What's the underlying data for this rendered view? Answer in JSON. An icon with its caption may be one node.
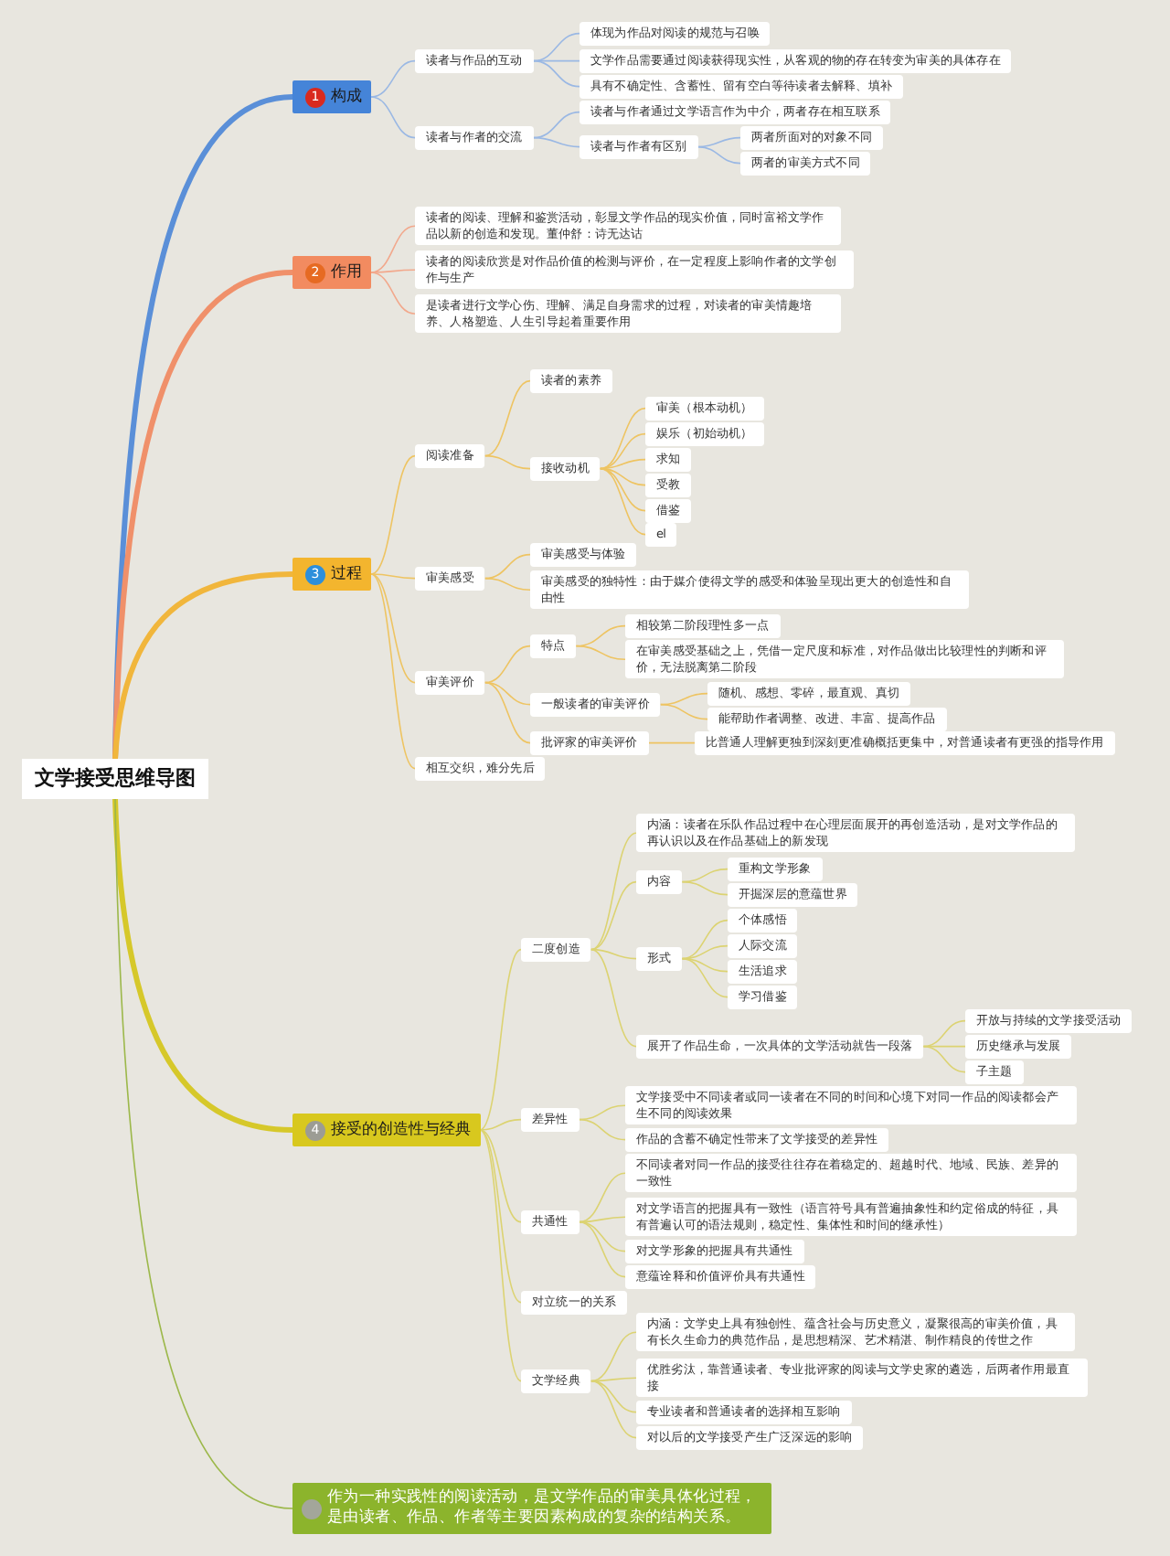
{
  "diagram": {
    "nodes": [
      {
        "text": [
          "文学接受思维导图"
        ]
      },
      {
        "text": [
          "1",
          "构成"
        ]
      },
      {
        "text": [
          "读者与作品的互动"
        ]
      },
      {
        "text": [
          "体现为作品对阅读的规范与召唤"
        ]
      },
      {
        "text": [
          "文学作品需要通过阅读获得现实性，从客观的物的存在转变为审美的具体存在"
        ]
      },
      {
        "text": [
          "具有不确定性、含蓄性、留有空白等待读者去解释、填补"
        ]
      },
      {
        "text": [
          "读者与作者的交流"
        ]
      },
      {
        "text": [
          "读者与作者通过文学语言作为中介，两者存在相互联系"
        ]
      },
      {
        "text": [
          "读者与作者有区别"
        ]
      },
      {
        "text": [
          "两者所面对的对象不同"
        ]
      },
      {
        "text": [
          "两者的审美方式不同"
        ]
      },
      {
        "text": [
          "2",
          "作用"
        ]
      },
      {
        "text": [
          "读者的阅读、理解和鉴赏活动，彰显文学作品的现实价值，同时富裕文学作品以新的创造和发现。董仲舒：诗无达诂"
        ]
      },
      {
        "text": [
          "读者的阅读欣赏是对作品价值的检测与评价，在一定程度上影响作者的文学创作与生产"
        ]
      },
      {
        "text": [
          "是读者进行文学心伤、理解、满足自身需求的过程，对读者的审美情趣培养、人格塑造、人生引导起着重要作用"
        ]
      },
      {
        "text": [
          "3",
          "过程"
        ]
      },
      {
        "text": [
          "阅读准备"
        ]
      },
      {
        "text": [
          "读者的素养"
        ]
      },
      {
        "text": [
          "接收动机"
        ]
      },
      {
        "text": [
          "审美（根本动机）"
        ]
      },
      {
        "text": [
          "娱乐（初始动机）"
        ]
      },
      {
        "text": [
          "求知"
        ]
      },
      {
        "text": [
          "受教"
        ]
      },
      {
        "text": [
          "借鉴"
        ]
      },
      {
        "text": [
          "el"
        ]
      },
      {
        "text": [
          "审美感受"
        ]
      },
      {
        "text": [
          "审美感受与体验"
        ]
      },
      {
        "text": [
          "审美感受的独特性：由于媒介使得文学的感受和体验呈现出更大的创造性和自由性"
        ]
      },
      {
        "text": [
          "审美评价"
        ]
      },
      {
        "text": [
          "特点"
        ]
      },
      {
        "text": [
          "相较第二阶段理性多一点"
        ]
      },
      {
        "text": [
          "在审美感受基础之上，凭借一定尺度和标准，对作品做出比较理性的判断和评价，无法脱离第二阶段"
        ]
      },
      {
        "text": [
          "一般读者的审美评价"
        ]
      },
      {
        "text": [
          "随机、感想、零碎，最直观、真切"
        ]
      },
      {
        "text": [
          "能帮助作者调整、改进、丰富、提高作品"
        ]
      },
      {
        "text": [
          "批评家的审美评价"
        ]
      },
      {
        "text": [
          "比普通人理解更独到深刻更准确概括更集中，对普通读者有更强的指导作用"
        ]
      },
      {
        "text": [
          "相互交织，难分先后"
        ]
      },
      {
        "text": [
          "4",
          "接受的创造性与经典"
        ]
      },
      {
        "text": [
          "二度创造"
        ]
      },
      {
        "text": [
          "内涵：读者在乐队作品过程中在心理层面展开的再创造活动，是对文学作品的再认识以及在作品基础上的新发现"
        ]
      },
      {
        "text": [
          "内容"
        ]
      },
      {
        "text": [
          "重构文学形象"
        ]
      },
      {
        "text": [
          "开掘深层的意蕴世界"
        ]
      },
      {
        "text": [
          "形式"
        ]
      },
      {
        "text": [
          "个体感悟"
        ]
      },
      {
        "text": [
          "人际交流"
        ]
      },
      {
        "text": [
          "生活追求"
        ]
      },
      {
        "text": [
          "学习借鉴"
        ]
      },
      {
        "text": [
          "展开了作品生命，一次具体的文学活动就告一段落"
        ]
      },
      {
        "text": [
          "开放与持续的文学接受活动"
        ]
      },
      {
        "text": [
          "历史继承与发展"
        ]
      },
      {
        "text": [
          "子主题"
        ]
      },
      {
        "text": [
          "差异性"
        ]
      },
      {
        "text": [
          "文学接受中不同读者或同一读者在不同的时间和心境下对同一作品的阅读都会产生不同的阅读效果"
        ]
      },
      {
        "text": [
          "作品的含蓄不确定性带来了文学接受的差异性"
        ]
      },
      {
        "text": [
          "共通性"
        ]
      },
      {
        "text": [
          "不同读者对同一作品的接受往往存在着稳定的、超越时代、地域、民族、差异的一致性"
        ]
      },
      {
        "text": [
          "对文学语言的把握具有一致性（语言符号具有普遍抽象性和约定俗成的特征，具有普遍认可的语法规则，稳定性、集体性和时间的继承性）"
        ]
      },
      {
        "text": [
          "对文学形象的把握具有共通性"
        ]
      },
      {
        "text": [
          "意蕴诠释和价值评价具有共通性"
        ]
      },
      {
        "text": [
          "对立统一的关系"
        ]
      },
      {
        "text": [
          "文学经典"
        ]
      },
      {
        "text": [
          "内涵：文学史上具有独创性、蕴含社会与历史意义，凝聚很高的审美价值，具有长久生命力的典范作品，是思想精深、艺术精湛、制作精良的传世之作"
        ]
      },
      {
        "text": [
          "优胜劣汰，靠普通读者、专业批评家的阅读与文学史家的遴选，后两者作用最直接"
        ]
      },
      {
        "text": [
          "专业读者和普通读者的选择相互影响"
        ]
      },
      {
        "text": [
          "对以后的文学接受产生广泛深远的影响"
        ]
      },
      {
        "text": [
          "作为一种实践性的阅读活动，是文学作品的审美具体化过程，是由读者、作品、作者等主要因素构成的复杂的结构关系。"
        ]
      }
    ],
    "edges": [
      {
        "from": 0,
        "to": 1,
        "arrow": "none",
        "style": "thick",
        "color": "#5a8fd8"
      },
      {
        "from": 1,
        "to": 2,
        "arrow": "none",
        "color": "#9ab8e4"
      },
      {
        "from": 2,
        "to": 3,
        "arrow": "none",
        "color": "#9ab8e4"
      },
      {
        "from": 2,
        "to": 4,
        "arrow": "none",
        "color": "#9ab8e4"
      },
      {
        "from": 2,
        "to": 5,
        "arrow": "none",
        "color": "#9ab8e4"
      },
      {
        "from": 1,
        "to": 6,
        "arrow": "none",
        "color": "#9ab8e4"
      },
      {
        "from": 6,
        "to": 7,
        "arrow": "none",
        "color": "#9ab8e4"
      },
      {
        "from": 6,
        "to": 8,
        "arrow": "none",
        "color": "#9ab8e4"
      },
      {
        "from": 8,
        "to": 9,
        "arrow": "none",
        "color": "#9ab8e4"
      },
      {
        "from": 8,
        "to": 10,
        "arrow": "none",
        "color": "#9ab8e4"
      },
      {
        "from": 0,
        "to": 11,
        "arrow": "none",
        "style": "thick",
        "color": "#f0906a"
      },
      {
        "from": 11,
        "to": 12,
        "arrow": "none",
        "color": "#f2a88c"
      },
      {
        "from": 11,
        "to": 13,
        "arrow": "none",
        "color": "#f2a88c"
      },
      {
        "from": 11,
        "to": 14,
        "arrow": "none",
        "color": "#f2a88c"
      },
      {
        "from": 0,
        "to": 15,
        "arrow": "none",
        "style": "thick",
        "color": "#f1b63c"
      },
      {
        "from": 15,
        "to": 16,
        "arrow": "none",
        "color": "#eec462"
      },
      {
        "from": 16,
        "to": 17,
        "arrow": "none",
        "color": "#eec462"
      },
      {
        "from": 16,
        "to": 18,
        "arrow": "none",
        "color": "#eec462"
      },
      {
        "from": 18,
        "to": 19,
        "arrow": "none",
        "color": "#eec462"
      },
      {
        "from": 18,
        "to": 20,
        "arrow": "none",
        "color": "#eec462"
      },
      {
        "from": 18,
        "to": 21,
        "arrow": "none",
        "color": "#eec462"
      },
      {
        "from": 18,
        "to": 22,
        "arrow": "none",
        "color": "#eec462"
      },
      {
        "from": 18,
        "to": 23,
        "arrow": "none",
        "color": "#eec462"
      },
      {
        "from": 18,
        "to": 24,
        "arrow": "none",
        "color": "#eec462"
      },
      {
        "from": 15,
        "to": 25,
        "arrow": "none",
        "color": "#eec462"
      },
      {
        "from": 25,
        "to": 26,
        "arrow": "none",
        "color": "#eec462"
      },
      {
        "from": 25,
        "to": 27,
        "arrow": "none",
        "color": "#eec462"
      },
      {
        "from": 15,
        "to": 28,
        "arrow": "none",
        "color": "#eec462"
      },
      {
        "from": 28,
        "to": 29,
        "arrow": "none",
        "color": "#eec462"
      },
      {
        "from": 29,
        "to": 30,
        "arrow": "none",
        "color": "#eec462"
      },
      {
        "from": 29,
        "to": 31,
        "arrow": "none",
        "color": "#eec462"
      },
      {
        "from": 28,
        "to": 32,
        "arrow": "none",
        "color": "#eec462"
      },
      {
        "from": 32,
        "to": 33,
        "arrow": "none",
        "color": "#eec462"
      },
      {
        "from": 32,
        "to": 34,
        "arrow": "none",
        "color": "#eec462"
      },
      {
        "from": 28,
        "to": 35,
        "arrow": "none",
        "color": "#eec462"
      },
      {
        "from": 35,
        "to": 36,
        "arrow": "none",
        "color": "#eec462"
      },
      {
        "from": 15,
        "to": 37,
        "arrow": "none",
        "color": "#eec462"
      },
      {
        "from": 0,
        "to": 38,
        "arrow": "none",
        "style": "thick",
        "color": "#d6c82a"
      },
      {
        "from": 38,
        "to": 39,
        "arrow": "none"
      },
      {
        "from": 39,
        "to": 40,
        "arrow": "none"
      },
      {
        "from": 39,
        "to": 41,
        "arrow": "none"
      },
      {
        "from": 41,
        "to": 42,
        "arrow": "none"
      },
      {
        "from": 41,
        "to": 43,
        "arrow": "none"
      },
      {
        "from": 39,
        "to": 44,
        "arrow": "none"
      },
      {
        "from": 44,
        "to": 45,
        "arrow": "none"
      },
      {
        "from": 44,
        "to": 46,
        "arrow": "none"
      },
      {
        "from": 44,
        "to": 47,
        "arrow": "none"
      },
      {
        "from": 44,
        "to": 48,
        "arrow": "none"
      },
      {
        "from": 39,
        "to": 49,
        "arrow": "none"
      },
      {
        "from": 49,
        "to": 50,
        "arrow": "none"
      },
      {
        "from": 49,
        "to": 51,
        "arrow": "none"
      },
      {
        "from": 49,
        "to": 52,
        "arrow": "none"
      },
      {
        "from": 38,
        "to": 53,
        "arrow": "none"
      },
      {
        "from": 53,
        "to": 54,
        "arrow": "none"
      },
      {
        "from": 53,
        "to": 55,
        "arrow": "none"
      },
      {
        "from": 38,
        "to": 56,
        "arrow": "none"
      },
      {
        "from": 56,
        "to": 57,
        "arrow": "none"
      },
      {
        "from": 56,
        "to": 58,
        "arrow": "none"
      },
      {
        "from": 56,
        "to": 59,
        "arrow": "none"
      },
      {
        "from": 56,
        "to": 60,
        "arrow": "none"
      },
      {
        "from": 38,
        "to": 61,
        "arrow": "none"
      },
      {
        "from": 38,
        "to": 62,
        "arrow": "none"
      },
      {
        "from": 62,
        "to": 63,
        "arrow": "none"
      },
      {
        "from": 62,
        "to": 64,
        "arrow": "none"
      },
      {
        "from": 62,
        "to": 65,
        "arrow": "none"
      },
      {
        "from": 62,
        "to": 66,
        "arrow": "none"
      },
      {
        "from": 0,
        "to": 67,
        "arrow": "none",
        "color": "#9cb84a"
      }
    ]
  }
}
